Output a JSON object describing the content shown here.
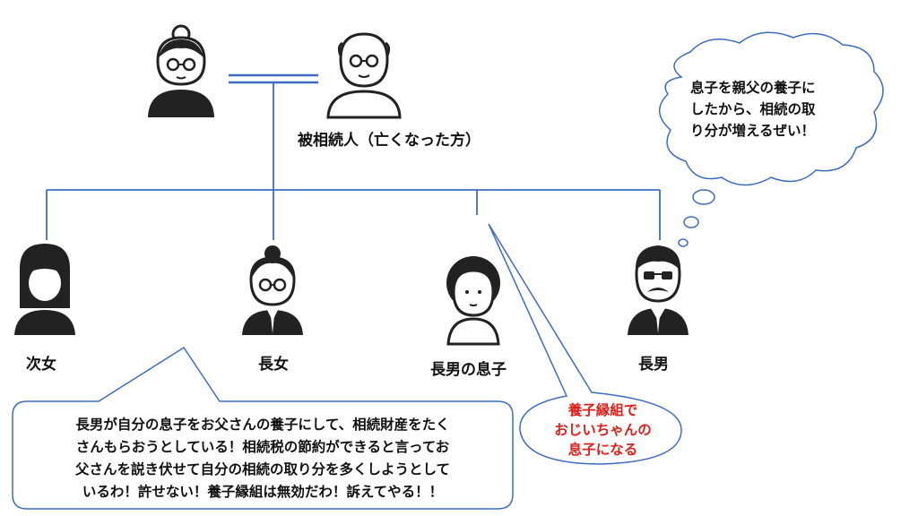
{
  "labels": {
    "deceased": "被相続人（亡くなった方）",
    "second_daughter": "次女",
    "eldest_daughter": "長女",
    "eldest_son_son": "長男の息子",
    "eldest_son": "長男"
  },
  "thought_bubble": {
    "lines": [
      "息子を親父の養子に",
      "したから、相続の取",
      "り分が増えるぜい！"
    ]
  },
  "speech_left": {
    "lines": [
      "長男が自分の息子をお父さんの養子にして、相続財産をたく",
      "さんもらおうとしている！相続税の節約ができると言ってお",
      "父さんを説き伏せて自分の相続の取り分を多くしようとして",
      "いるわ！許せない！養子縁組は無効だわ！訴えてやる！！"
    ]
  },
  "speech_red": {
    "lines": [
      "養子縁組で",
      "おじいちゃんの",
      "息子になる"
    ]
  },
  "colors": {
    "line_blue": "#3d6bc4",
    "figure_dark": "#222222",
    "red_text": "#e0201b"
  }
}
